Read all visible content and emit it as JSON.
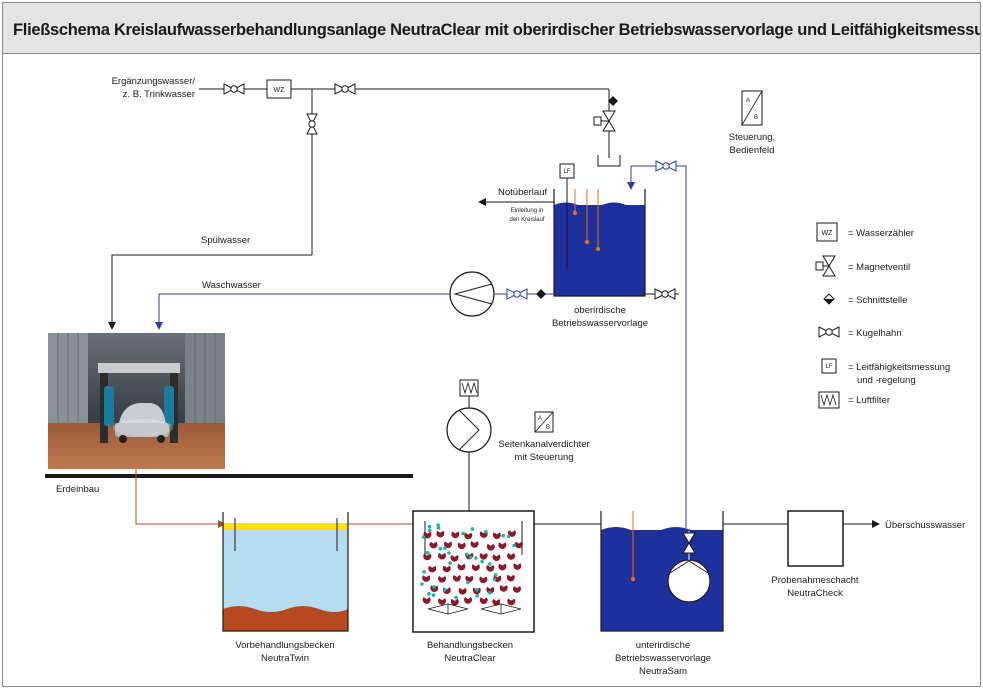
{
  "title": "Fließschema Kreislaufwasserbehandlungsanlage NeutraClear mit oberirdischer Betriebswasservorlage und Leitfähigkeitsmessung",
  "labels": {
    "supply_line1": "Ergänzungswasser/",
    "supply_line2": "z. B. Trinkwasser",
    "spuelwasser": "Spülwasser",
    "waschwasser": "Waschwasser",
    "notueberlauf": "Notüberlauf",
    "einleitung_line1": "Einleitung in",
    "einleitung_line2": "den Kreislauf",
    "tank_top_line1": "oberirdische",
    "tank_top_line2": "Betriebswasservorlage",
    "steuerung_line1": "Steuerung,",
    "steuerung_line2": "Bedienfeld",
    "seitenkanal_line1": "Seitenkanalverdichter",
    "seitenkanal_line2": "mit Steuerung",
    "erdeinbau": "Erdeinbau",
    "vorbehandlung_line1": "Vorbehandlungsbecken",
    "vorbehandlung_line2": "NeutraTwin",
    "behandlung_line1": "Behandlungsbecken",
    "behandlung_line2": "NeutraClear",
    "unterirdisch_line1": "unterirdische",
    "unterirdisch_line2": "Betriebswasservorlage",
    "unterirdisch_line3": "NeutraSam",
    "probenahme_line1": "Probenahmeschacht",
    "probenahme_line2": "NeutraCheck",
    "ueberschuss": "Überschusswasser",
    "wz": "WZ",
    "lf": "LF",
    "ab_a": "A",
    "ab_b": "B"
  },
  "legend": [
    {
      "symbol": "water-meter",
      "text": "= Wasserzähler"
    },
    {
      "symbol": "solenoid-valve",
      "text": "= Magnetventil"
    },
    {
      "symbol": "interface",
      "text": "= Schnittstelle"
    },
    {
      "symbol": "ball-valve",
      "text": "= Kugelhahn"
    },
    {
      "symbol": "conductivity",
      "text": "= Leitfähigkeitsmessung"
    },
    {
      "symbol": "conductivity-cont",
      "text": "und -regelung"
    },
    {
      "symbol": "air-filter",
      "text": "= Luftfilter"
    }
  ],
  "colors": {
    "pipe_black": "#1a1a1a",
    "pipe_blue": "#2a3fa0",
    "pipe_brown": "#a0502a",
    "tank_water": "#1e2f9e",
    "pre_water": "#b8dcef",
    "sludge": "#b64a1e",
    "oil_layer": "#ffe400",
    "dot_red": "#8c1828",
    "dot_teal": "#1fb3a8",
    "sensor_orange": "#e07020"
  }
}
